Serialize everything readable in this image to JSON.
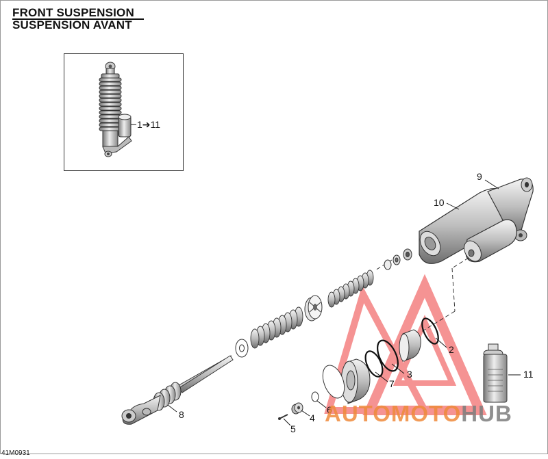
{
  "title": {
    "line1": "FRONT SUSPENSION",
    "line2": "SUSPENSION AVANT"
  },
  "inset": {
    "callout": "1➔11"
  },
  "callouts": {
    "c2": "2",
    "c3": "3",
    "c4": "4",
    "c5": "5",
    "c6": "6",
    "c7": "7",
    "c8": "8",
    "c9": "9",
    "c10": "10",
    "c11": "11"
  },
  "drawing_code": "41M0931",
  "watermark": {
    "part1": "AUTOMOTO",
    "part2": "HUB",
    "color_red": "#ee3b3b",
    "color_orange": "#ef8a3c",
    "color_gray": "#7d7d7d"
  }
}
